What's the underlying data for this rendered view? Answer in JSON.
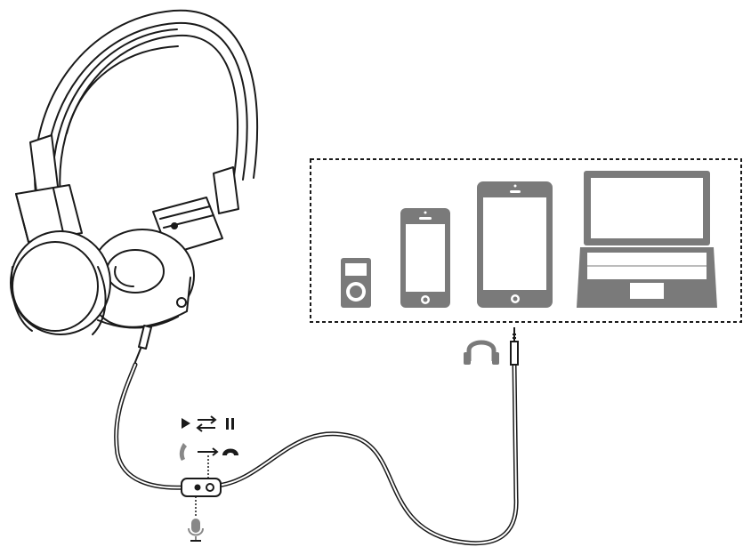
{
  "diagram": {
    "device_group": {
      "devices": [
        {
          "name": "music-player",
          "icon": "mp3-player-icon"
        },
        {
          "name": "smartphone",
          "icon": "smartphone-icon"
        },
        {
          "name": "tablet",
          "icon": "tablet-icon"
        },
        {
          "name": "laptop",
          "icon": "laptop-icon"
        }
      ],
      "border_style": "dashed"
    },
    "headset_jack_icon": "headphone-icon",
    "remote_control": {
      "functions": [
        {
          "name": "play-pause",
          "icons": [
            "play-icon",
            "swap-arrows-icon",
            "pause-icon"
          ]
        },
        {
          "name": "answer-end-call",
          "icons": [
            "phone-pickup-icon",
            "arrow-right-icon",
            "phone-hangup-icon"
          ]
        },
        {
          "name": "microphone",
          "icons": [
            "microphone-icon"
          ]
        }
      ]
    },
    "colors": {
      "line": "#1a1a1a",
      "device_fill": "#7a7a7a",
      "screen": "#ffffff",
      "background": "#ffffff"
    }
  }
}
